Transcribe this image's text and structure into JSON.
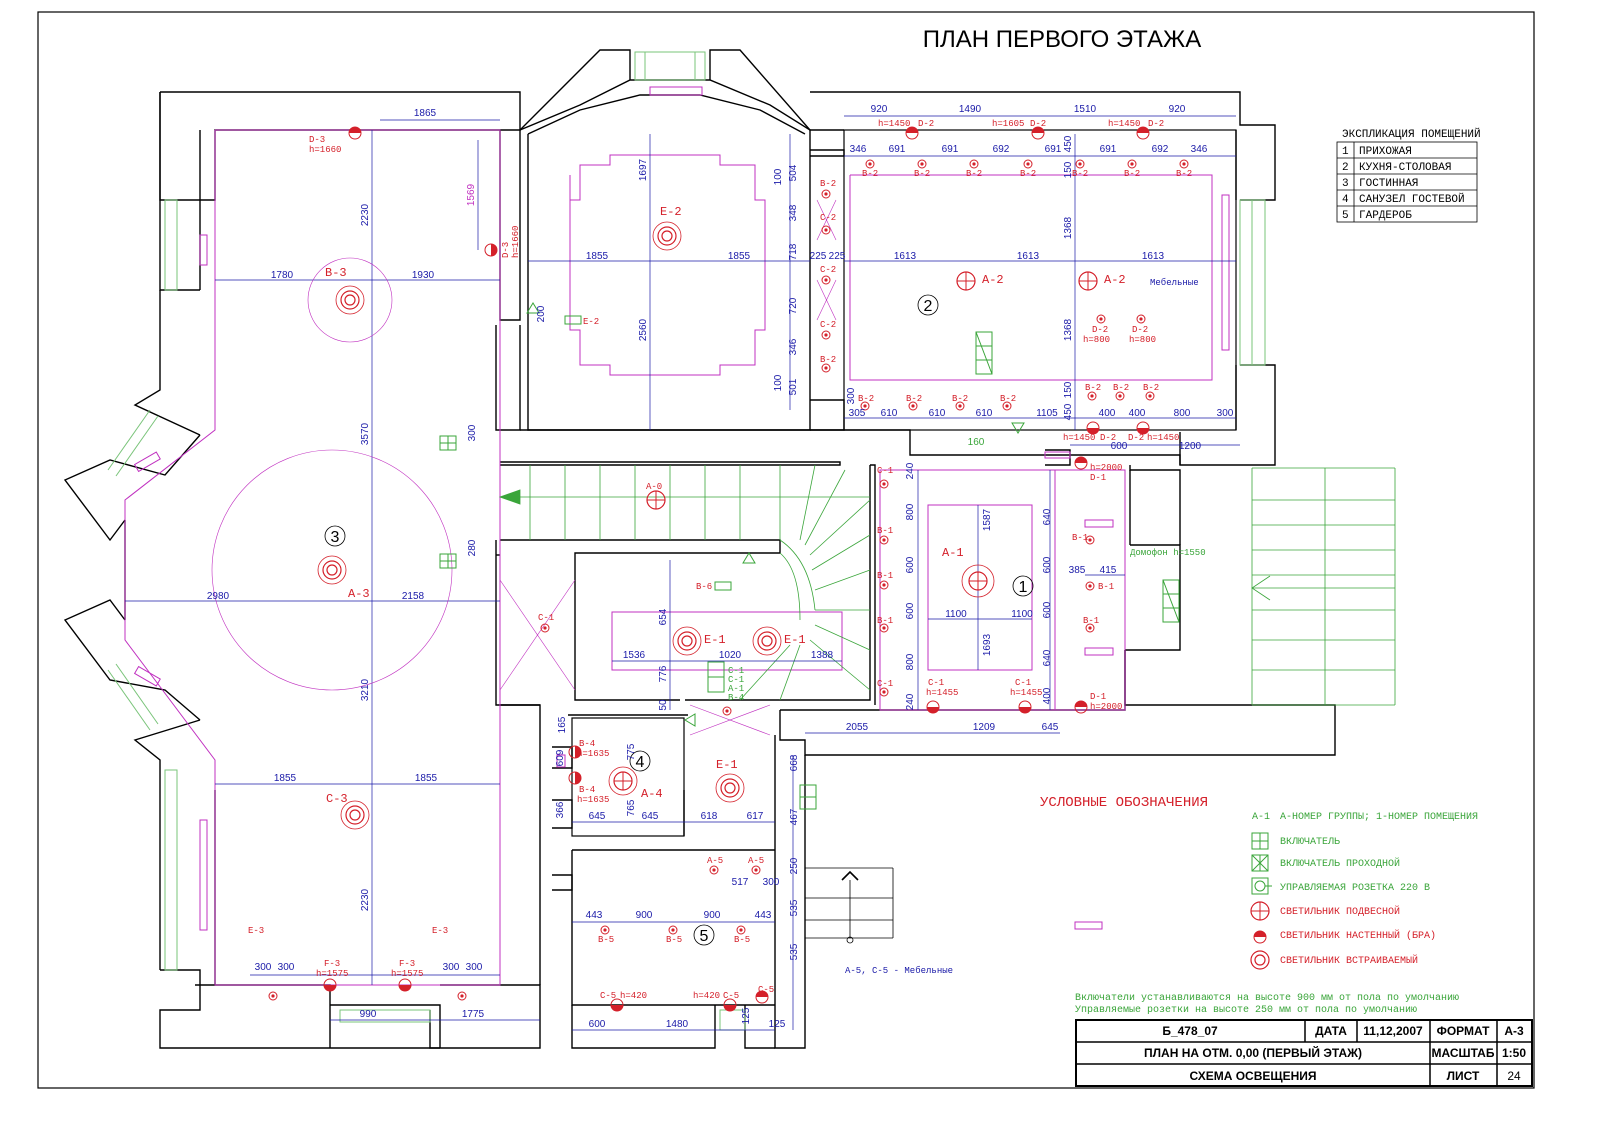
{
  "title": "ПЛАН ПЕРВОГО ЭТАЖА",
  "colors": {
    "wall": "#000000",
    "dimension": "#1a1aa8",
    "fixture": "#d4202a",
    "switch": "#3aa53a",
    "ceiling": "#c030c0",
    "window": "#7ac47a"
  },
  "explication": {
    "title": "ЭКСПЛИКАЦИЯ ПОМЕЩЕНИЙ",
    "rooms": [
      {
        "num": "1",
        "name": "ПРИХОЖАЯ"
      },
      {
        "num": "2",
        "name": "КУХНЯ-СТОЛОВАЯ"
      },
      {
        "num": "3",
        "name": "ГОСТИННАЯ"
      },
      {
        "num": "4",
        "name": "САНУЗЕЛ ГОСТЕВОЙ"
      },
      {
        "num": "5",
        "name": "ГАРДЕРОБ"
      }
    ]
  },
  "legend": {
    "title": "УСЛОВНЫЕ ОБОЗНАЧЕНИЯ",
    "group_code": "А-1",
    "group_desc": "А-НОМЕР ГРУППЫ; 1-НОМЕР ПОМЕЩЕНИЯ",
    "items": [
      {
        "icon": "switch-icon",
        "label": "ВКЛЮЧАТЕЛЬ"
      },
      {
        "icon": "passthrough-switch-icon",
        "label": "ВКЛЮЧАТЕЛЬ ПРОХОДНОЙ"
      },
      {
        "icon": "socket-icon",
        "label": "УПРАВЛЯЕМАЯ РОЗЕТКА 220 В"
      },
      {
        "icon": "pendant-light-icon",
        "label": "СВЕТИЛЬНИК ПОДВЕСНОЙ"
      },
      {
        "icon": "wall-light-icon",
        "label": "СВЕТИЛЬНИК НАСТЕННЫЙ (БРА)"
      },
      {
        "icon": "recessed-light-icon",
        "label": "СВЕТИЛЬНИК ВСТРАИВАЕМЫЙ"
      }
    ]
  },
  "notes": [
    "Включатели устанавливаются на высоте 900 мм от пола по умолчанию",
    "Управляемые розетки на высоте 250 мм от пола по умолчанию"
  ],
  "title_block": {
    "code": "Б_478_07",
    "date_label": "ДАТА",
    "date": "11,12,2007",
    "format_label": "ФОРМАТ",
    "format": "А-3",
    "plan_name": "ПЛАН НА ОТМ. 0,00 (ПЕРВЫЙ ЭТАЖ)",
    "scale_label": "МАСШТАБ",
    "scale": "1:50",
    "scheme": "СХЕМА ОСВЕЩЕНИЯ",
    "sheet_label": "ЛИСТ",
    "sheet": "24"
  },
  "room_numbers": [
    "1",
    "2",
    "3",
    "4",
    "5"
  ],
  "fixtures": [
    {
      "label": "В-3"
    },
    {
      "label": "А-3"
    },
    {
      "label": "С-3"
    },
    {
      "label": "Е-2"
    },
    {
      "label": "А-2"
    },
    {
      "label": "А-2"
    },
    {
      "label": "А-1"
    },
    {
      "label": "Е-1"
    },
    {
      "label": "Е-1"
    },
    {
      "label": "Е-1"
    },
    {
      "label": "А-4"
    },
    {
      "label": "А-0"
    }
  ],
  "small_labels": [
    "D-3",
    "h=1660",
    "D-3",
    "h=1660",
    "Е-2",
    "В-6",
    "С-1",
    "В-2",
    "С-2",
    "С-2",
    "С-2",
    "В-2",
    "В-2",
    "В-2",
    "В-2",
    "В-2",
    "В-2",
    "В-2",
    "В-2",
    "h=1450",
    "D-2",
    "h=1605",
    "D-2",
    "h=1450",
    "D-2",
    "D-2",
    "h=800",
    "D-2",
    "h=800",
    "Мебельные",
    "В-2",
    "В-2",
    "В-2",
    "В-2",
    "В-2",
    "В-2",
    "В-2",
    "h=1450",
    "D-2",
    "D-2",
    "h=1450",
    "h=2000",
    "D-1",
    "D-1",
    "h=2000",
    "Домофон h=1550",
    "С-1",
    "В-1",
    "В-1",
    "В-1",
    "С-1",
    "С-1",
    "h=1455",
    "С-1",
    "h=1455",
    "В-1",
    "В-1",
    "В-1",
    "В-4",
    "h=1635",
    "В-4",
    "h=1635",
    "А-5",
    "А-5",
    "В-5",
    "В-5",
    "В-5",
    "С-5",
    "h=420",
    "h=420",
    "С-5",
    "С-5",
    "А-5, С-5 - Мебельные",
    "Е-3",
    "F-3",
    "h=1575",
    "F-3",
    "h=1575",
    "Е-3",
    "С-1",
    "С-1",
    "А-1",
    "В-4"
  ],
  "dimensions": [
    "1865",
    "1569",
    "2230",
    "1780",
    "1930",
    "3570",
    "2980",
    "2158",
    "3210",
    "1855",
    "1855",
    "2230",
    "300",
    "300",
    "300",
    "300",
    "990",
    "1775",
    "300",
    "280",
    "1697",
    "1855",
    "1855",
    "2560",
    "200",
    "100",
    "504",
    "348",
    "718",
    "720",
    "346",
    "501",
    "100",
    "225",
    "225",
    "920",
    "1490",
    "1510",
    "920",
    "346",
    "691",
    "691",
    "692",
    "691",
    "450",
    "691",
    "692",
    "346",
    "150",
    "1368",
    "1613",
    "1613",
    "1613",
    "1368",
    "150",
    "450",
    "300",
    "305",
    "610",
    "610",
    "610",
    "1105",
    "400",
    "400",
    "800",
    "300",
    "160",
    "600",
    "1200",
    "240",
    "800",
    "600",
    "600",
    "800",
    "240",
    "1587",
    "1100",
    "1100",
    "1693",
    "640",
    "600",
    "600",
    "640",
    "400",
    "385",
    "415",
    "654",
    "1536",
    "1020",
    "1388",
    "776",
    "50",
    "2055",
    "1209",
    "645",
    "668",
    "165",
    "609",
    "775",
    "366",
    "645",
    "765",
    "645",
    "618",
    "617",
    "467",
    "517",
    "300",
    "250",
    "443",
    "900",
    "900",
    "443",
    "535",
    "535",
    "600",
    "1480",
    "125",
    "125"
  ]
}
